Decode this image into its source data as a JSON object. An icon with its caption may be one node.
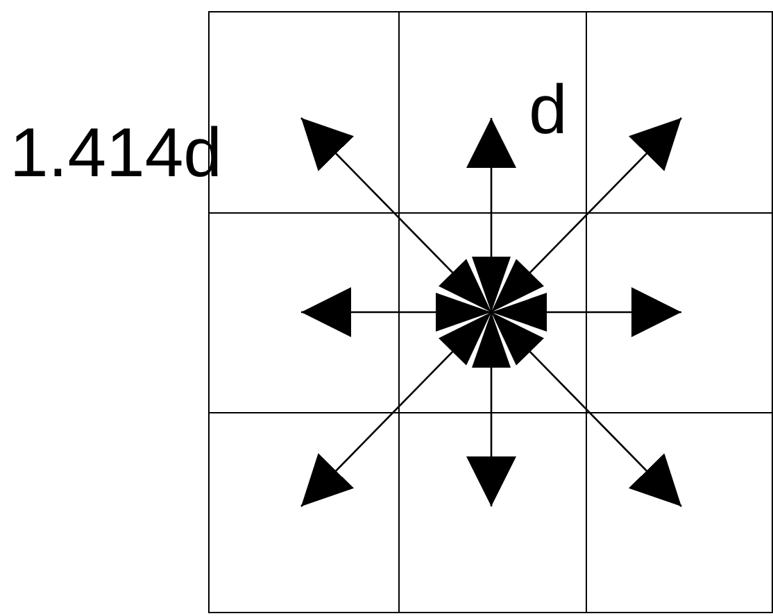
{
  "diagram": {
    "nodes": [
      {
        "text": [],
        "shape": "box"
      },
      {
        "text": [],
        "shape": "box"
      },
      {
        "text": [],
        "shape": "box"
      },
      {
        "text": [],
        "shape": "box"
      },
      {
        "text": [],
        "shape": "box"
      },
      {
        "text": [],
        "shape": "box"
      },
      {
        "text": [],
        "shape": "box"
      },
      {
        "text": [],
        "shape": "box"
      },
      {
        "text": [],
        "shape": "box"
      }
    ],
    "edges": [
      {
        "from": 4,
        "to": 0,
        "arrow": "both"
      },
      {
        "from": 4,
        "to": 1,
        "arrow": "both"
      },
      {
        "from": 4,
        "to": 2,
        "arrow": "both"
      },
      {
        "from": 4,
        "to": 3,
        "arrow": "both"
      },
      {
        "from": 4,
        "to": 5,
        "arrow": "both"
      },
      {
        "from": 4,
        "to": 6,
        "arrow": "both"
      },
      {
        "from": 4,
        "to": 7,
        "arrow": "both"
      },
      {
        "from": 4,
        "to": 8,
        "arrow": "both"
      }
    ],
    "labels": [
      "1.414d",
      "d"
    ]
  }
}
